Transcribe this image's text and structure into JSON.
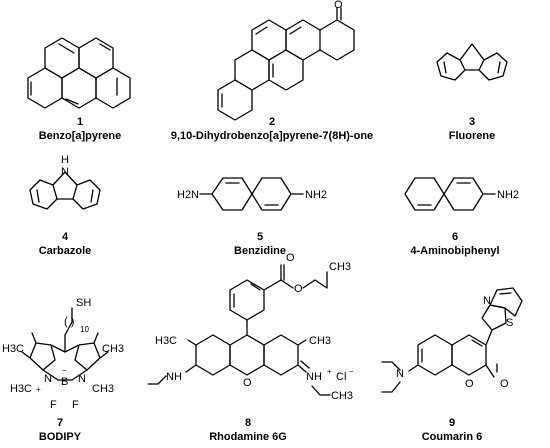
{
  "compounds": [
    {
      "number": "1",
      "name": "Benzo[a]pyrene"
    },
    {
      "number": "2",
      "name": "9,10-Dihydrobenzo[a]pyrene-7(8H)-one"
    },
    {
      "number": "3",
      "name": "Fluorene"
    },
    {
      "number": "4",
      "name": "Carbazole"
    },
    {
      "number": "5",
      "name": "Benzidine"
    },
    {
      "number": "6",
      "name": "4-Aminobiphenyl"
    },
    {
      "number": "7",
      "name": "BODIPY"
    },
    {
      "number": "8",
      "name": "Rhodamine 6G"
    },
    {
      "number": "9",
      "name": "Coumarin 6"
    }
  ],
  "atom_labels": {
    "oxygen": "O",
    "nitrogen": "N",
    "hydrogen": "H",
    "sulfur": "S",
    "amine": "NH",
    "h3c": "H3C",
    "ch3": "CH3",
    "nh2": "NH2",
    "h2n": "H2N",
    "sh": "SH",
    "boron": "B",
    "fluorine": "F",
    "chloride": "Cl",
    "plus": "+",
    "minus": "−",
    "repeat": "10"
  }
}
